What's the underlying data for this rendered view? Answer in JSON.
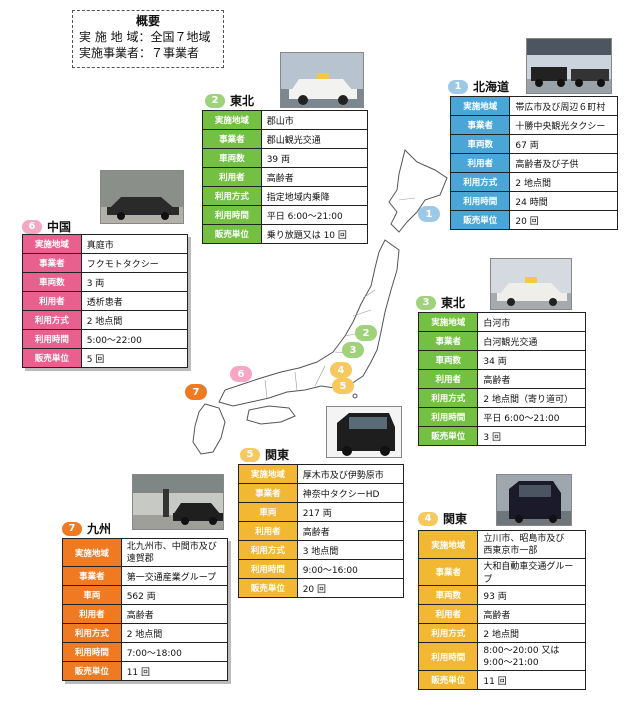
{
  "summary": {
    "title": "概要",
    "line1": "実 施 地 域：全国７地域",
    "line2": "実施事業者：７事業者"
  },
  "colors": {
    "hokkaido": "#4aa6d6",
    "tohoku": "#74c043",
    "chugoku": "#e95f8e",
    "kanto": "#f2b733",
    "kyushu": "#ef7a22"
  },
  "regions": {
    "r1": {
      "num": "1",
      "name": "北海道",
      "rows": [
        [
          "実施地域",
          "帯広市及び周辺６町村"
        ],
        [
          "事業者",
          "十勝中央観光タクシー"
        ],
        [
          "車両数",
          "67 両"
        ],
        [
          "利用者",
          "高齢者及び子供"
        ],
        [
          "利用方式",
          "2 地点間"
        ],
        [
          "利用時間",
          "24 時間"
        ],
        [
          "販売単位",
          "20 回"
        ]
      ]
    },
    "r2": {
      "num": "2",
      "name": "東北",
      "rows": [
        [
          "実施地域",
          "郡山市"
        ],
        [
          "事業者",
          "郡山観光交通"
        ],
        [
          "車両数",
          "39 両"
        ],
        [
          "利用者",
          "高齢者"
        ],
        [
          "利用方式",
          "指定地域内乗降"
        ],
        [
          "利用時間",
          "平日 6:00～21:00"
        ],
        [
          "販売単位",
          "乗り放題又は 10 回"
        ]
      ]
    },
    "r3": {
      "num": "3",
      "name": "東北",
      "rows": [
        [
          "実施地域",
          "白河市"
        ],
        [
          "事業者",
          "白河観光交通"
        ],
        [
          "車両数",
          "34 両"
        ],
        [
          "利用者",
          "高齢者"
        ],
        [
          "利用方式",
          "2 地点間（寄り道可）"
        ],
        [
          "利用時間",
          "平日 6:00～21:00"
        ],
        [
          "販売単位",
          "3 回"
        ]
      ]
    },
    "r4": {
      "num": "4",
      "name": "関東",
      "rows": [
        [
          "実施地域",
          "立川市、昭島市及び\n西東京市一部"
        ],
        [
          "事業者",
          "大和自動車交通グループ"
        ],
        [
          "車両数",
          "93 両"
        ],
        [
          "利用者",
          "高齢者"
        ],
        [
          "利用方式",
          "2 地点間"
        ],
        [
          "利用時間",
          "8:00～20:00 又は\n9:00～21:00"
        ],
        [
          "販売単位",
          "11 回"
        ]
      ]
    },
    "r5": {
      "num": "5",
      "name": "関東",
      "rows": [
        [
          "実施地域",
          "厚木市及び伊勢原市"
        ],
        [
          "事業者",
          "神奈中タクシーHD"
        ],
        [
          "車両",
          "217 両"
        ],
        [
          "利用者",
          "高齢者"
        ],
        [
          "利用方式",
          "3 地点間"
        ],
        [
          "利用時間",
          "9:00～16:00"
        ],
        [
          "販売単位",
          "20 回"
        ]
      ]
    },
    "r6": {
      "num": "6",
      "name": "中国",
      "rows": [
        [
          "実施地域",
          "真庭市"
        ],
        [
          "事業者",
          "フクモトタクシー"
        ],
        [
          "車両数",
          "3 両"
        ],
        [
          "利用者",
          "透析患者"
        ],
        [
          "利用方式",
          "2 地点間"
        ],
        [
          "利用時間",
          "5:00～22:00"
        ],
        [
          "販売単位",
          "5 回"
        ]
      ]
    },
    "r7": {
      "num": "7",
      "name": "九州",
      "rows": [
        [
          "実施地域",
          "北九州市、中間市及び\n遠賀郡"
        ],
        [
          "事業者",
          "第一交通産業グループ"
        ],
        [
          "車両",
          "562 両"
        ],
        [
          "利用者",
          "高齢者"
        ],
        [
          "利用方式",
          "2 地点間"
        ],
        [
          "利用時間",
          "7:00～18:00"
        ],
        [
          "販売単位",
          "11 回"
        ]
      ]
    }
  }
}
